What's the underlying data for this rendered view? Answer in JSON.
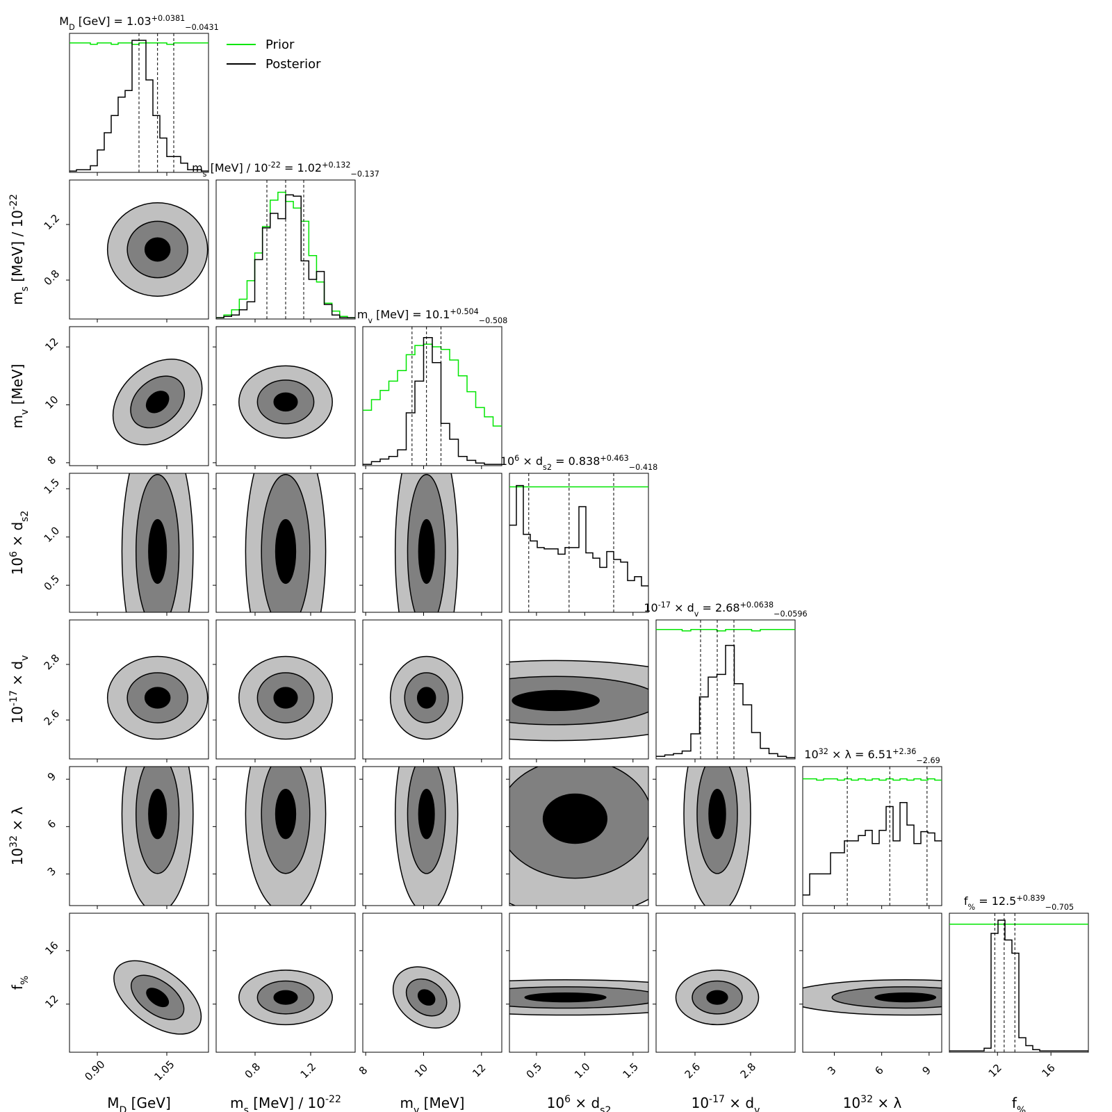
{
  "legend": {
    "prior_label": "Prior",
    "posterior_label": "Posterior",
    "prior_color": "#00e600",
    "posterior_color": "#000000"
  },
  "chart_data": {
    "type": "corner",
    "contour_fill_colors": [
      "#c0c0c0",
      "#808080",
      "#000000"
    ],
    "params": [
      {
        "axis_label": "M_D [GeV]",
        "title_lhs": "M_D [GeV]",
        "median": "1.03",
        "plus": "+0.0381",
        "minus": "−0.0431",
        "range": [
          0.84,
          1.14
        ],
        "ticks": [
          0.9,
          1.05
        ],
        "tick_labels": [
          "0.90",
          "1.05"
        ],
        "quantiles": [
          0.99,
          1.03,
          1.065
        ],
        "posterior_hist": [
          0.01,
          0.02,
          0.02,
          0.05,
          0.17,
          0.3,
          0.43,
          0.57,
          0.62,
          1.0,
          1.0,
          0.7,
          0.43,
          0.26,
          0.12,
          0.12,
          0.07,
          0.02,
          0.02,
          0.01
        ],
        "prior_hist": [
          0.98,
          0.98,
          0.98,
          0.97,
          0.98,
          0.98,
          0.97,
          0.98,
          0.98,
          0.97,
          0.98,
          0.98,
          0.98,
          0.98,
          0.97,
          0.98,
          0.98,
          0.98,
          0.98,
          0.98
        ]
      },
      {
        "axis_label": "m_s [MeV] / 10^-22",
        "title_lhs": "m_s [MeV] / 10^-22",
        "median": "1.02",
        "plus": "+0.132",
        "minus": "−0.137",
        "range": [
          0.52,
          1.52
        ],
        "ticks": [
          0.8,
          1.2
        ],
        "tick_labels": [
          "0.8",
          "1.2"
        ],
        "quantiles": [
          0.885,
          1.02,
          1.15
        ],
        "posterior_hist": [
          0.01,
          0.02,
          0.03,
          0.07,
          0.13,
          0.45,
          0.69,
          0.8,
          0.76,
          0.94,
          0.93,
          0.44,
          0.3,
          0.36,
          0.11,
          0.03,
          0.01,
          0.01
        ],
        "prior_hist": [
          0.01,
          0.03,
          0.07,
          0.15,
          0.29,
          0.5,
          0.7,
          0.9,
          0.96,
          0.89,
          0.84,
          0.74,
          0.48,
          0.28,
          0.12,
          0.06,
          0.02,
          0.01
        ]
      },
      {
        "axis_label": "m_v [MeV]",
        "title_lhs": "m_v [MeV]",
        "median": "10.1",
        "plus": "+0.504",
        "minus": "−0.508",
        "range": [
          7.9,
          12.7
        ],
        "ticks": [
          8,
          10,
          12
        ],
        "tick_labels": [
          "8",
          "10",
          "12"
        ],
        "quantiles": [
          9.6,
          10.1,
          10.6
        ],
        "posterior_hist": [
          0.01,
          0.03,
          0.05,
          0.07,
          0.12,
          0.4,
          0.64,
          0.97,
          0.78,
          0.32,
          0.2,
          0.07,
          0.04,
          0.02,
          0.01,
          0.01
        ],
        "prior_hist": [
          0.42,
          0.5,
          0.57,
          0.64,
          0.72,
          0.84,
          0.91,
          0.92,
          0.9,
          0.88,
          0.8,
          0.68,
          0.56,
          0.44,
          0.37,
          0.3
        ]
      },
      {
        "axis_label": "10^6 × d_s2",
        "title_lhs": "10^6 × d_s2",
        "median": "0.838",
        "plus": "+0.463",
        "minus": "−0.418",
        "range": [
          0.22,
          1.66
        ],
        "ticks": [
          0.5,
          1.0,
          1.5
        ],
        "tick_labels": [
          "0.5",
          "1.0",
          "1.5"
        ],
        "quantiles": [
          0.42,
          0.838,
          1.3
        ],
        "posterior_hist": [
          0.66,
          0.96,
          0.59,
          0.54,
          0.49,
          0.48,
          0.48,
          0.44,
          0.49,
          0.49,
          0.8,
          0.45,
          0.41,
          0.34,
          0.46,
          0.4,
          0.38,
          0.24,
          0.27,
          0.2
        ],
        "prior_hist": [
          0.95,
          0.95,
          0.95,
          0.95,
          0.95,
          0.95,
          0.95,
          0.95,
          0.95,
          0.95,
          0.95,
          0.95,
          0.95,
          0.95,
          0.95,
          0.95,
          0.95,
          0.95,
          0.95,
          0.95
        ]
      },
      {
        "axis_label": "10^-17 × d_v",
        "title_lhs": "10^-17 × d_v",
        "median": "2.68",
        "plus": "+0.0638",
        "minus": "−0.0596",
        "range": [
          2.46,
          2.96
        ],
        "ticks": [
          2.6,
          2.8
        ],
        "tick_labels": [
          "2.6",
          "2.8"
        ],
        "quantiles": [
          2.62,
          2.68,
          2.74
        ],
        "posterior_hist": [
          0.02,
          0.03,
          0.04,
          0.06,
          0.19,
          0.47,
          0.62,
          0.64,
          0.86,
          0.57,
          0.41,
          0.2,
          0.08,
          0.04,
          0.02,
          0.01
        ],
        "prior_hist": [
          0.98,
          0.98,
          0.98,
          0.97,
          0.98,
          0.98,
          0.98,
          0.97,
          0.98,
          0.98,
          0.98,
          0.97,
          0.98,
          0.98,
          0.98,
          0.98
        ]
      },
      {
        "axis_label": "10^32 × λ",
        "title_lhs": "10^32 × λ",
        "median": "6.51",
        "plus": "+2.36",
        "minus": "−2.69",
        "range": [
          1.0,
          9.8
        ],
        "ticks": [
          3,
          6,
          9
        ],
        "tick_labels": [
          "3",
          "6",
          "9"
        ],
        "quantiles": [
          3.82,
          6.51,
          8.87
        ],
        "posterior_hist": [
          0.08,
          0.24,
          0.24,
          0.24,
          0.4,
          0.4,
          0.49,
          0.49,
          0.53,
          0.57,
          0.47,
          0.57,
          0.75,
          0.49,
          0.78,
          0.61,
          0.47,
          0.56,
          0.55,
          0.49
        ],
        "prior_hist": [
          0.96,
          0.96,
          0.95,
          0.96,
          0.96,
          0.95,
          0.96,
          0.95,
          0.96,
          0.95,
          0.96,
          0.95,
          0.96,
          0.95,
          0.96,
          0.95,
          0.96,
          0.95,
          0.96,
          0.95
        ]
      },
      {
        "axis_label": "f_%",
        "title_lhs": "f_%",
        "median": "12.5",
        "plus": "+0.839",
        "minus": "−0.705",
        "range": [
          8.4,
          18.8
        ],
        "ticks": [
          12,
          16
        ],
        "tick_labels": [
          "12",
          "16"
        ],
        "quantiles": [
          11.8,
          12.5,
          13.3
        ],
        "posterior_hist": [
          0.01,
          0.01,
          0.01,
          0.01,
          0.01,
          0.03,
          0.9,
          1.0,
          0.85,
          0.75,
          0.11,
          0.05,
          0.02,
          0.01,
          0.01,
          0.01,
          0.01,
          0.01,
          0.01,
          0.01
        ],
        "prior_hist": [
          0.97,
          0.97,
          0.97,
          0.97,
          0.97,
          0.97,
          0.97,
          0.97,
          0.97,
          0.97,
          0.97,
          0.97,
          0.97,
          0.97,
          0.97,
          0.97,
          0.97,
          0.97,
          0.97,
          0.97
        ]
      }
    ],
    "pairs": [
      {
        "x": 0,
        "y": 1,
        "center": [
          1.03,
          1.02
        ],
        "sigma": [
          0.045,
          0.14
        ],
        "rho": 0.0
      },
      {
        "x": 0,
        "y": 2,
        "center": [
          1.03,
          10.1
        ],
        "sigma": [
          0.045,
          0.52
        ],
        "rho": 0.55
      },
      {
        "x": 1,
        "y": 2,
        "center": [
          1.02,
          10.1
        ],
        "sigma": [
          0.14,
          0.52
        ],
        "rho": 0.0
      },
      {
        "x": 0,
        "y": 3,
        "center": [
          1.03,
          0.85
        ],
        "sigma": [
          0.032,
          0.55
        ],
        "rho": 0.0
      },
      {
        "x": 1,
        "y": 3,
        "center": [
          1.02,
          0.85
        ],
        "sigma": [
          0.12,
          0.55
        ],
        "rho": 0.0
      },
      {
        "x": 2,
        "y": 3,
        "center": [
          10.1,
          0.85
        ],
        "sigma": [
          0.45,
          0.55
        ],
        "rho": 0.0
      },
      {
        "x": 0,
        "y": 4,
        "center": [
          1.03,
          2.68
        ],
        "sigma": [
          0.045,
          0.062
        ],
        "rho": 0.0
      },
      {
        "x": 1,
        "y": 4,
        "center": [
          1.02,
          2.68
        ],
        "sigma": [
          0.14,
          0.062
        ],
        "rho": 0.0
      },
      {
        "x": 2,
        "y": 4,
        "center": [
          10.1,
          2.68
        ],
        "sigma": [
          0.52,
          0.062
        ],
        "rho": 0.0
      },
      {
        "x": 3,
        "y": 4,
        "center": [
          0.7,
          2.67
        ],
        "sigma": [
          0.75,
          0.06
        ],
        "rho": 0.0
      },
      {
        "x": 0,
        "y": 5,
        "center": [
          1.03,
          6.8
        ],
        "sigma": [
          0.032,
          2.6
        ],
        "rho": 0.0
      },
      {
        "x": 1,
        "y": 5,
        "center": [
          1.02,
          6.8
        ],
        "sigma": [
          0.12,
          2.6
        ],
        "rho": 0.0
      },
      {
        "x": 2,
        "y": 5,
        "center": [
          10.1,
          6.8
        ],
        "sigma": [
          0.45,
          2.6
        ],
        "rho": 0.0
      },
      {
        "x": 3,
        "y": 5,
        "center": [
          0.9,
          6.5
        ],
        "sigma": [
          0.55,
          2.6
        ],
        "rho": 0.0
      },
      {
        "x": 4,
        "y": 5,
        "center": [
          2.68,
          6.8
        ],
        "sigma": [
          0.05,
          2.6
        ],
        "rho": 0.0
      },
      {
        "x": 0,
        "y": 6,
        "center": [
          1.03,
          12.5
        ],
        "sigma": [
          0.045,
          0.85
        ],
        "rho": -0.45
      },
      {
        "x": 1,
        "y": 6,
        "center": [
          1.02,
          12.5
        ],
        "sigma": [
          0.14,
          0.85
        ],
        "rho": 0.0
      },
      {
        "x": 2,
        "y": 6,
        "center": [
          10.1,
          12.5
        ],
        "sigma": [
          0.52,
          0.85
        ],
        "rho": -0.45
      },
      {
        "x": 3,
        "y": 6,
        "center": [
          0.8,
          12.5
        ],
        "sigma": [
          0.7,
          0.55
        ],
        "rho": 0.0
      },
      {
        "x": 4,
        "y": 6,
        "center": [
          2.68,
          12.5
        ],
        "sigma": [
          0.062,
          0.85
        ],
        "rho": 0.0
      },
      {
        "x": 5,
        "y": 6,
        "center": [
          7.5,
          12.5
        ],
        "sigma": [
          3.2,
          0.55
        ],
        "rho": 0.0
      }
    ]
  }
}
